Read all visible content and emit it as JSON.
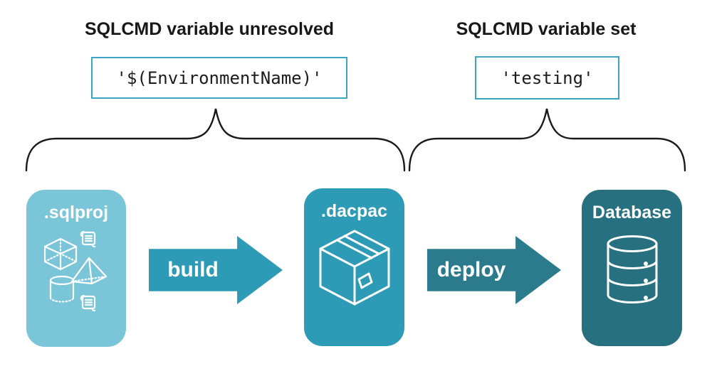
{
  "annotations": {
    "unresolved": {
      "heading": "SQLCMD variable unresolved",
      "code": "'$(EnvironmentName)'"
    },
    "set": {
      "heading": "SQLCMD variable set",
      "code": "'testing'"
    }
  },
  "pipeline": {
    "stages": [
      {
        "id": "sqlproj",
        "label": ".sqlproj",
        "icons": [
          "scroll-icon",
          "cube-icon",
          "pyramid-icon",
          "cylinder-icon",
          "scroll-icon"
        ]
      },
      {
        "id": "dacpac",
        "label": ".dacpac",
        "icons": [
          "package-icon"
        ]
      },
      {
        "id": "database",
        "label": "Database",
        "icons": [
          "database-cylinder-icon"
        ]
      }
    ],
    "arrows": [
      {
        "id": "build",
        "label": "build"
      },
      {
        "id": "deploy",
        "label": "deploy"
      }
    ]
  },
  "colors": {
    "sqlproj_fill": "#7ac6d8",
    "dacpac_fill": "#2d9ab6",
    "build_arrow_fill": "#2d9ab6",
    "deploy_arrow_fill": "#2b7b8c",
    "database_fill": "#27707f",
    "code_box_border": "#3aa6c2",
    "heading_text": "#181818",
    "stage_label_text": "#ffffff",
    "brace_stroke": "#1a1a1a"
  }
}
